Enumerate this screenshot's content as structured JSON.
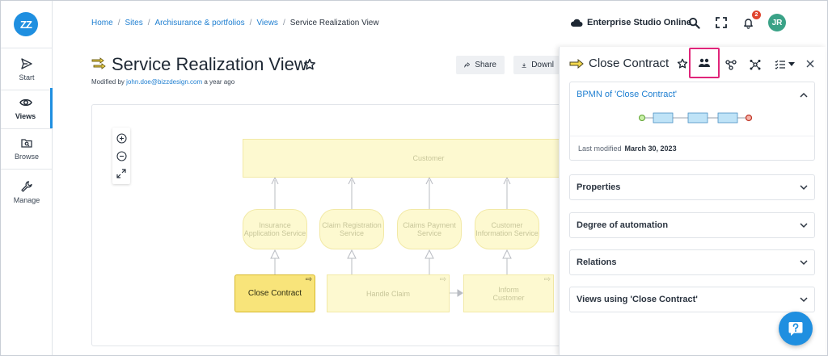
{
  "nav": {
    "logo": "ZZ",
    "items": [
      {
        "label": "Start",
        "icon": "send-icon"
      },
      {
        "label": "Views",
        "icon": "eye-icon"
      },
      {
        "label": "Browse",
        "icon": "folder-search-icon"
      },
      {
        "label": "Manage",
        "icon": "wrench-icon"
      }
    ]
  },
  "breadcrumb": {
    "items": [
      "Home",
      "Sites",
      "Archisurance & portfolios",
      "Views"
    ],
    "current": "Service Realization View",
    "separator": "/"
  },
  "header": {
    "brand": "Enterprise Studio Online",
    "notifications": "2",
    "avatar": "JR"
  },
  "page": {
    "title": "Service Realization View",
    "modified_prefix": "Modified by",
    "modified_user": "john.doe@bizzdesign.com",
    "modified_suffix": "a year ago",
    "share_label": "Share",
    "download_label": "Downl"
  },
  "diagram": {
    "customer": "Customer",
    "services": [
      {
        "label": "Insurance Application Service"
      },
      {
        "label": "Claim Registration Service"
      },
      {
        "label": "Claims Payment Service"
      },
      {
        "label": "Customer Information Service"
      }
    ],
    "processes": [
      {
        "label": "Close Contract"
      },
      {
        "label": "Handle Claim"
      },
      {
        "label": "Inform Customer"
      }
    ]
  },
  "panel": {
    "title": "Close Contract",
    "sections": {
      "bpmn": "BPMN of 'Close Contract'",
      "last_modified_label": "Last modified",
      "last_modified_value": "March 30, 2023",
      "properties": "Properties",
      "automation": "Degree of automation",
      "relations": "Relations",
      "views_using": "Views using 'Close Contract'"
    }
  },
  "colors": {
    "accent": "#1f8fe0",
    "selected_fill": "#f8e47a",
    "highlight_border": "#e0257a"
  }
}
